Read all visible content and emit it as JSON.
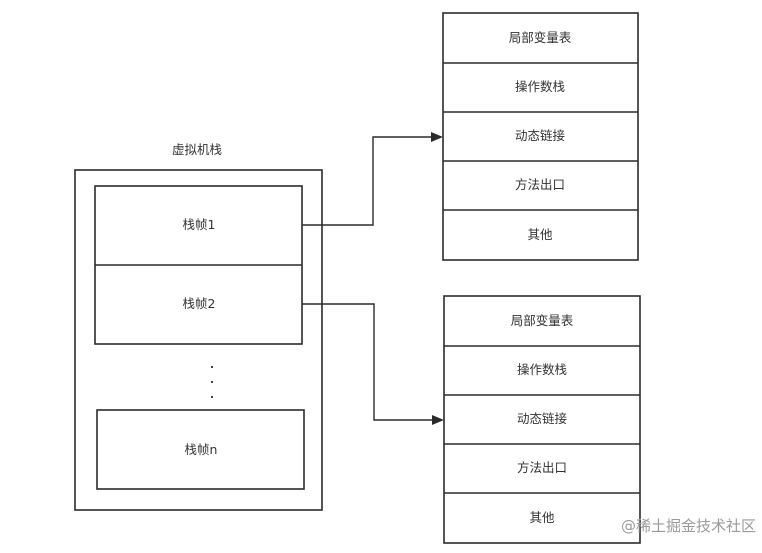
{
  "vm_stack": {
    "title": "虚拟机栈",
    "frames": [
      "栈帧1",
      "栈帧2",
      "栈帧n"
    ],
    "ellipsis": "· · ·"
  },
  "frame_detail_1": {
    "cells": [
      "局部变量表",
      "操作数栈",
      "动态链接",
      "方法出口",
      "其他"
    ]
  },
  "frame_detail_2": {
    "cells": [
      "局部变量表",
      "操作数栈",
      "动态链接",
      "方法出口",
      "其他"
    ]
  },
  "watermark": {
    "text": "@稀土掘金技术社区"
  }
}
